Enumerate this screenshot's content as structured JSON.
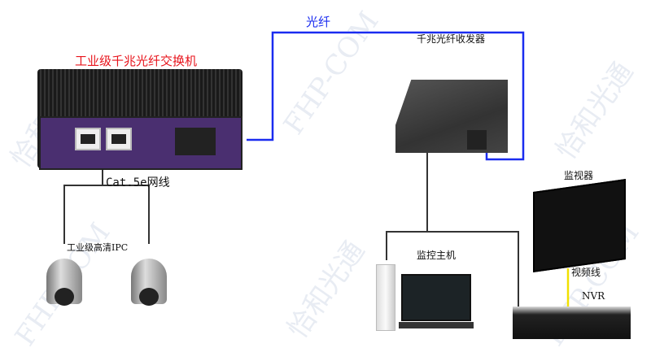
{
  "labels": {
    "fiber": "光纤",
    "transceiver": "千兆光纤收发器",
    "switch": "工业级千兆光纤交换机",
    "cable": "Cat.5e网线",
    "camera": "工业级高清IPC",
    "host": "监控主机",
    "monitor": "监视器",
    "video_cable": "视频线",
    "nvr": "NVR"
  },
  "watermarks": [
    "恰和光通",
    "FHP-COM"
  ],
  "colors": {
    "fiber": "#1a2cf0",
    "cable": "#333333",
    "video": "#f0e000",
    "switch_label": "#e8141c"
  }
}
